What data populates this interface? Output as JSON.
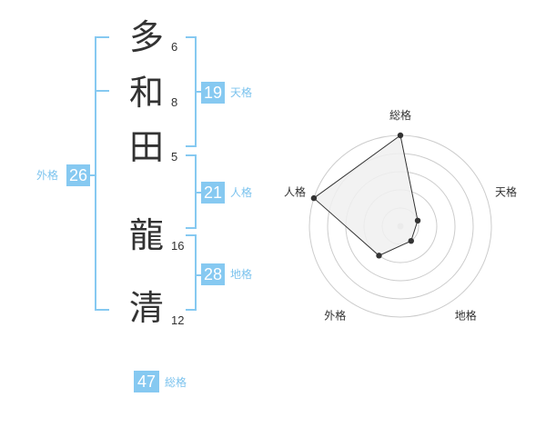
{
  "name": {
    "characters": [
      {
        "char": "多",
        "strokes": "6"
      },
      {
        "char": "和",
        "strokes": "8"
      },
      {
        "char": "田",
        "strokes": "5"
      },
      {
        "char": "龍",
        "strokes": "16"
      },
      {
        "char": "清",
        "strokes": "12"
      }
    ]
  },
  "fortunes": {
    "tenkaku": {
      "value": "19",
      "label": "天格"
    },
    "jinkaku": {
      "value": "21",
      "label": "人格"
    },
    "chikaku": {
      "value": "28",
      "label": "地格"
    },
    "gaikaku": {
      "value": "26",
      "label": "外格"
    },
    "soukaku": {
      "value": "47",
      "label": "総格"
    }
  },
  "colors": {
    "accent": "#86c9f1",
    "accent_text": "#7cc3ee",
    "radar_fill": "#f0f0f0",
    "radar_ring": "#cccccc"
  },
  "chart_data": {
    "type": "radar",
    "axes": [
      "総格",
      "天格",
      "地格",
      "外格",
      "人格"
    ],
    "values": [
      5,
      1,
      1,
      2,
      5
    ],
    "rmax": 5,
    "rings": 5,
    "grid": true
  }
}
